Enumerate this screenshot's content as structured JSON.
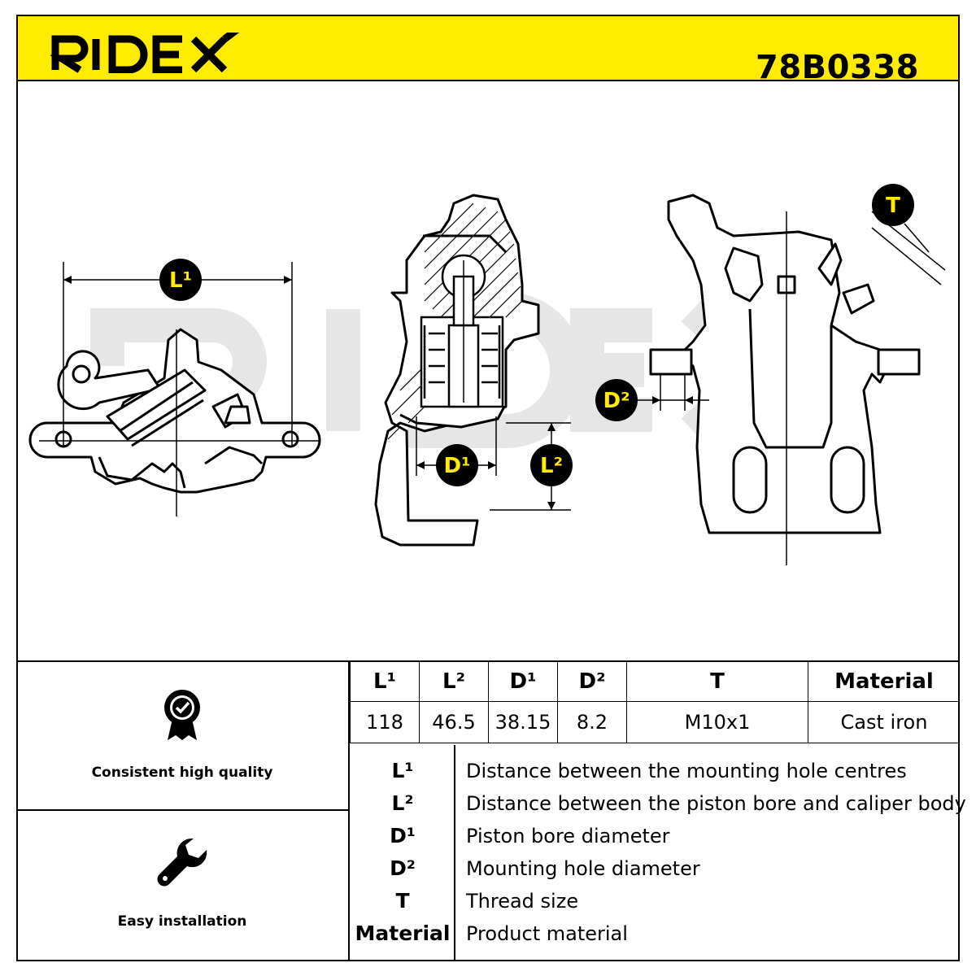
{
  "header": {
    "brand": "RIDEX",
    "part_number": "78B0338",
    "accent_color": "#FFEC00"
  },
  "diagram": {
    "watermark": "RIDEX",
    "labels": {
      "l1": "L¹",
      "l2": "L²",
      "d1": "D¹",
      "d2": "D²",
      "t": "T"
    }
  },
  "benefits": [
    {
      "icon": "quality-badge-icon",
      "caption": "Consistent high quality"
    },
    {
      "icon": "wrench-icon",
      "caption": "Easy installation"
    }
  ],
  "spec_table": {
    "headers": [
      "L¹",
      "L²",
      "D¹",
      "D²",
      "T",
      "Material"
    ],
    "values": [
      "118",
      "46.5",
      "38.15",
      "8.2",
      "M10x1",
      "Cast iron"
    ]
  },
  "legend": [
    {
      "key": "L¹",
      "description": "Distance between the mounting hole centres"
    },
    {
      "key": "L²",
      "description": "Distance between the piston bore and caliper body"
    },
    {
      "key": "D¹",
      "description": "Piston bore diameter"
    },
    {
      "key": "D²",
      "description": "Mounting hole diameter"
    },
    {
      "key": "T",
      "description": "Thread size"
    },
    {
      "key": "Material",
      "description": "Product material"
    }
  ]
}
